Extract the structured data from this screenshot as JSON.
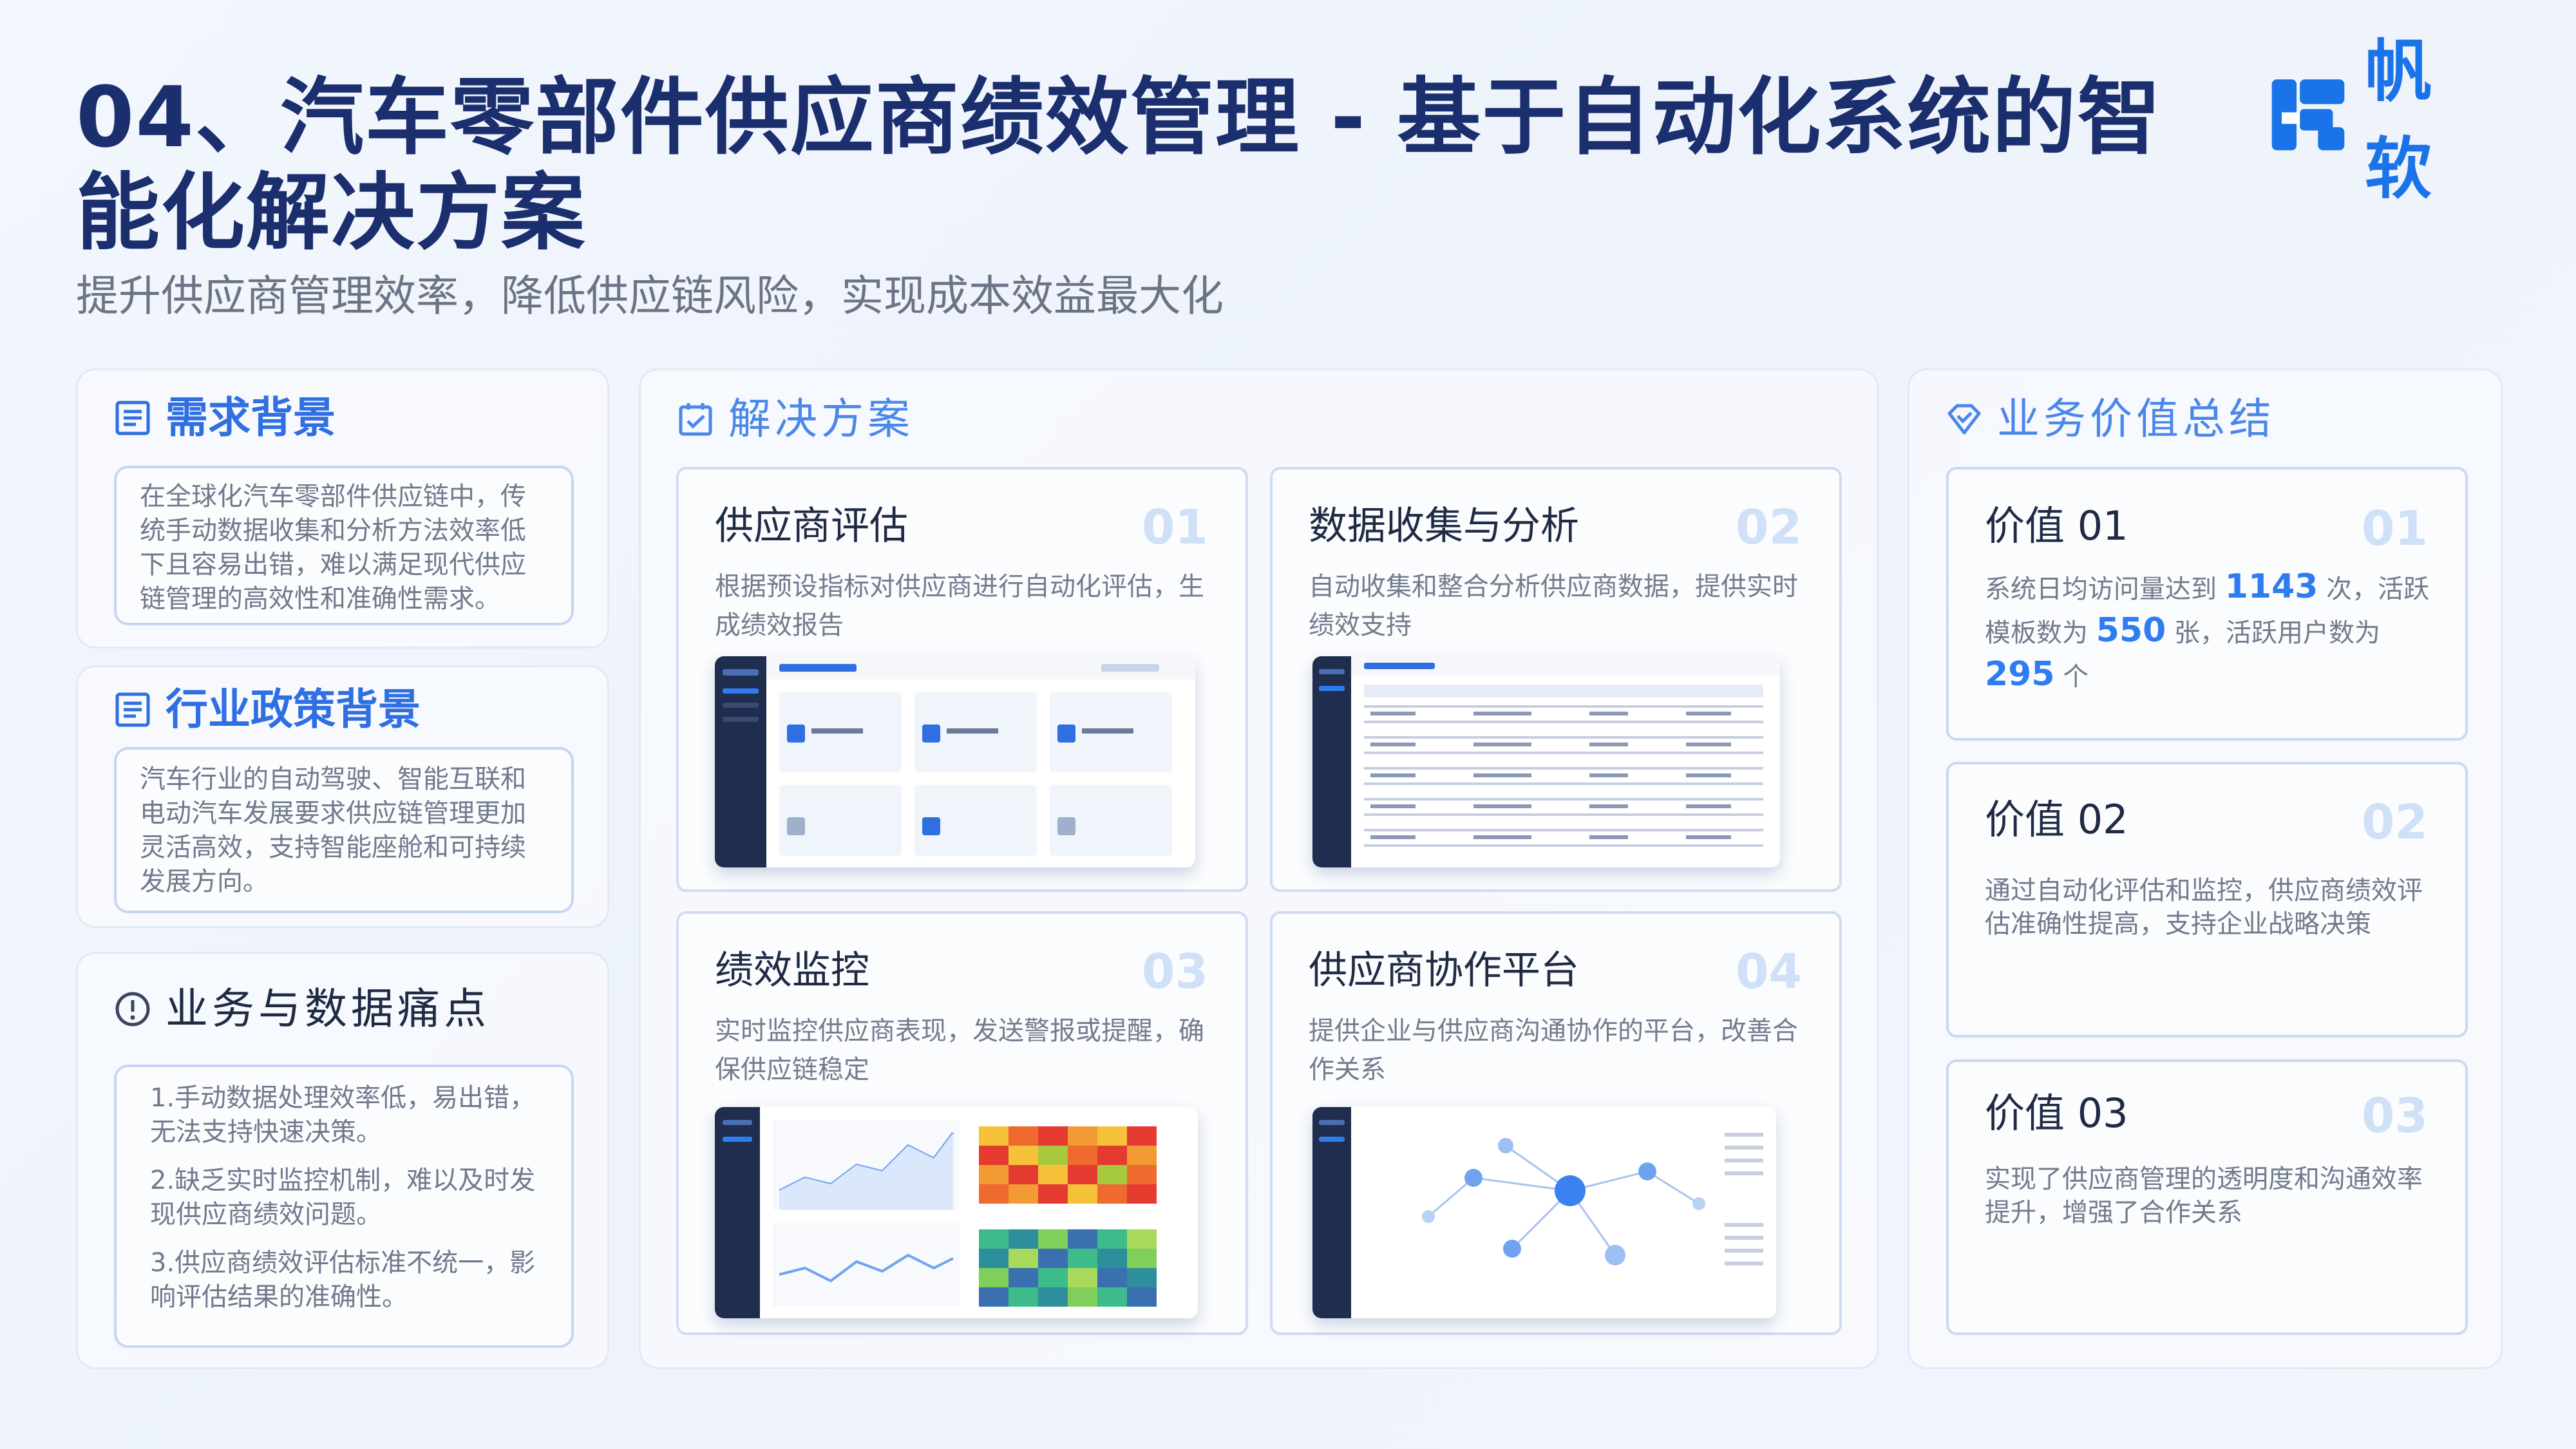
{
  "header": {
    "title": "04、汽车零部件供应商绩效管理 - 基于自动化系统的智能化解决方案",
    "subtitle": "提升供应商管理效率，降低供应链风险，实现成本效益最大化",
    "logo_text": "帆软"
  },
  "left": {
    "demand": {
      "title": "需求背景",
      "icon": "document-list-icon",
      "text": "在全球化汽车零部件供应链中，传统手动数据收集和分析方法效率低下且容易出错，难以满足现代供应链管理的高效性和准确性需求。"
    },
    "policy": {
      "title": "行业政策背景",
      "icon": "document-list-icon",
      "text": "汽车行业的自动驾驶、智能互联和电动汽车发展要求供应链管理更加灵活高效，支持智能座舱和可持续发展方向。"
    },
    "pain": {
      "title": "业务与数据痛点",
      "icon": "alert-circle-icon",
      "items": [
        "1.手动数据处理效率低，易出错，无法支持快速决策。",
        "2.缺乏实时监控机制，难以及时发现供应商绩效问题。",
        "3.供应商绩效评估标准不统一，影响评估结果的准确性。"
      ]
    }
  },
  "solution": {
    "title": "解决方案",
    "icon": "checklist-icon",
    "cards": [
      {
        "title": "供应商评估",
        "num": "01",
        "desc": "根据预设指标对供应商进行自动化评估，生成绩效报告"
      },
      {
        "title": "数据收集与分析",
        "num": "02",
        "desc": "自动收集和整合分析供应商数据，提供实时绩效支持"
      },
      {
        "title": "绩效监控",
        "num": "03",
        "desc": "实时监控供应商表现，发送警报或提醒，确保供应链稳定"
      },
      {
        "title": "供应商协作平台",
        "num": "04",
        "desc": "提供企业与供应商沟通协作的平台，改善合作关系"
      }
    ]
  },
  "value": {
    "title": "业务价值总结",
    "icon": "diamond-check-icon",
    "cards": [
      {
        "title": "价值 01",
        "num": "01",
        "desc_parts": [
          "系统日均访问量达到 ",
          "1143",
          " 次，活跃模板数为 ",
          "550",
          " 张，活跃用户数为 ",
          "295",
          " 个"
        ]
      },
      {
        "title": "价值 02",
        "num": "02",
        "desc": "通过自动化评估和监控，供应商绩效评估准确性提高，支持企业战略决策"
      },
      {
        "title": "价值 03",
        "num": "03",
        "desc": "实现了供应商管理的透明度和沟通效率提升，增强了合作关系"
      }
    ]
  },
  "colors": {
    "title": "#1b2f6e",
    "accent": "#2f6fe2",
    "card_border": "#c9d9f3",
    "logo": "#1a73e8"
  }
}
